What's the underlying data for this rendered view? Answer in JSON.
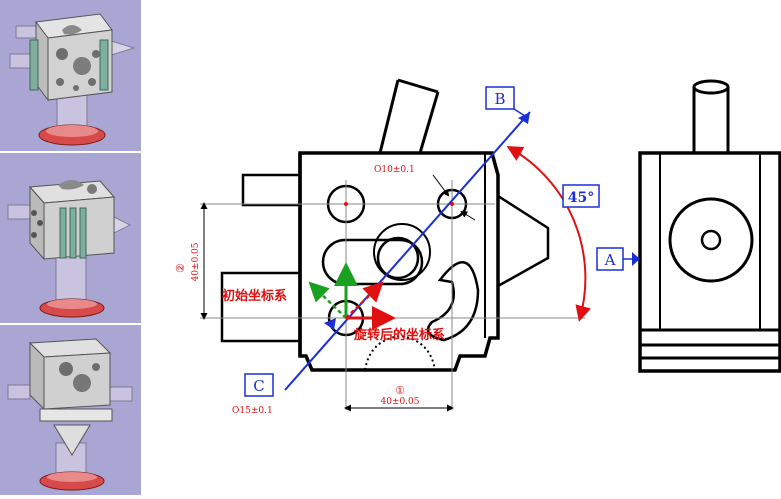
{
  "views": [
    "3d-view-top",
    "3d-view-middle",
    "3d-view-bottom"
  ],
  "labels": {
    "datum_b": "B",
    "datum_c": "C",
    "datum_a": "A",
    "angle": "45°",
    "hole_small_tol": "O10±0.1",
    "hole_large_tol": "O15±0.1",
    "dim_1_num": "①",
    "dim_1": "40±0.05",
    "dim_2_num": "②",
    "dim_2": "40±0.05",
    "initial_cs": "初始坐标系",
    "rotated_cs": "旋转后的坐标系"
  },
  "colors": {
    "panel_bg": "#a9a6d3",
    "blue": "#1a2fd6",
    "red": "#e01010",
    "green": "#1aa020",
    "ink": "#000000"
  }
}
